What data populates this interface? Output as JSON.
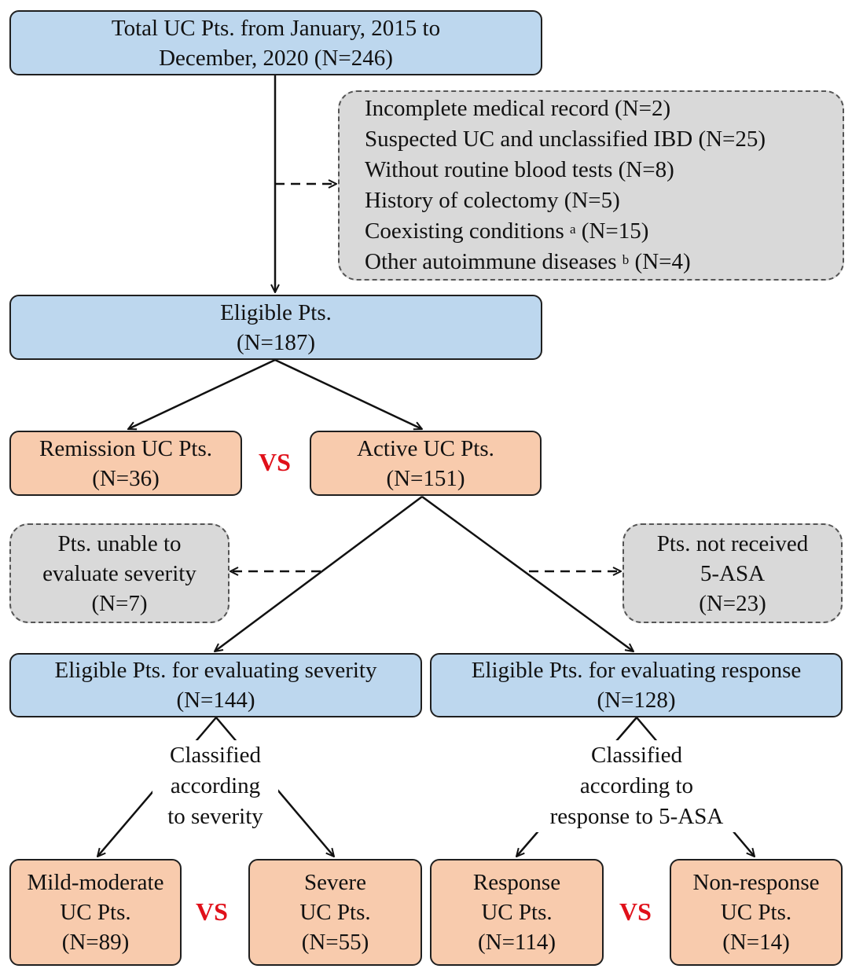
{
  "nodes": {
    "total": {
      "line1": "Total UC Pts. from January, 2015 to",
      "line2": "December, 2020 (N=246)"
    },
    "exclusion": {
      "items": [
        {
          "text": "Incomplete medical record (N=2)"
        },
        {
          "text": "Suspected UC and unclassified IBD (N=25)"
        },
        {
          "text": "Without routine blood tests (N=8)"
        },
        {
          "text": "History of colectomy (N=5)"
        },
        {
          "text": "Coexisting conditions ",
          "sup": "a",
          "tail": " (N=15)"
        },
        {
          "text": "Other autoimmune diseases ",
          "sup": "b",
          "tail": " (N=4)"
        }
      ]
    },
    "eligible": {
      "line1": "Eligible Pts.",
      "line2": "(N=187)"
    },
    "remission": {
      "line1": "Remission UC Pts.",
      "line2": "(N=36)"
    },
    "active": {
      "line1": "Active UC Pts.",
      "line2": "(N=151)"
    },
    "unable": {
      "line1": "Pts. unable to",
      "line2": "evaluate severity",
      "line3": "(N=7)"
    },
    "not_received": {
      "line1": "Pts. not received",
      "line2": "5-ASA",
      "line3": "(N=23)"
    },
    "eligible_severity": {
      "line1": "Eligible Pts. for evaluating severity",
      "line2": "(N=144)"
    },
    "eligible_response": {
      "line1": "Eligible Pts. for evaluating response",
      "line2": "(N=128)"
    },
    "mild": {
      "line1": "Mild-moderate",
      "line2": "UC Pts.",
      "line3": "(N=89)"
    },
    "severe": {
      "line1": "Severe",
      "line2": "UC Pts.",
      "line3": "(N=55)"
    },
    "response": {
      "line1": "Response",
      "line2": "UC Pts.",
      "line3": "(N=114)"
    },
    "nonresponse": {
      "line1": "Non-response",
      "line2": "UC Pts.",
      "line3": "(N=14)"
    }
  },
  "labels": {
    "severity": {
      "line1": "Classified",
      "line2": "according",
      "line3": "to severity"
    },
    "response": {
      "line1": "Classified",
      "line2": "according to",
      "line3": "response to 5-ASA"
    }
  },
  "vs": {
    "text": "VS"
  },
  "colors": {
    "blue": "#bdd7ee",
    "orange": "#f8cbad",
    "gray": "#d9d9d9",
    "vs": "#e0101a"
  }
}
